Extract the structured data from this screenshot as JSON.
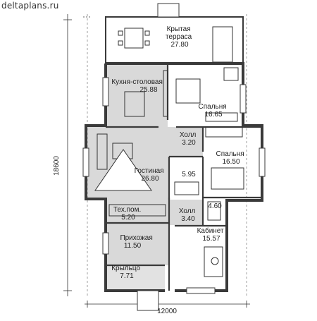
{
  "site": {
    "watermark": "deltaplans.ru"
  },
  "dimensions": {
    "width": "12000",
    "height": "18600"
  },
  "rooms": [
    {
      "id": "terrace",
      "name": "Крытая\nтерраса",
      "area": "27.80"
    },
    {
      "id": "kitchen",
      "name": "Кухня-столовая",
      "area": "25.88"
    },
    {
      "id": "bedroom1",
      "name": "Спальня",
      "area": "16.65"
    },
    {
      "id": "hall1",
      "name": "Холл",
      "area": "3.20"
    },
    {
      "id": "living",
      "name": "Гостиная",
      "area": "26.80"
    },
    {
      "id": "bath",
      "name": "",
      "area": "5.95"
    },
    {
      "id": "bedroom2",
      "name": "Спальня",
      "area": "16.50"
    },
    {
      "id": "tech",
      "name": "Тех.пом.",
      "area": "5.20"
    },
    {
      "id": "hall2",
      "name": "Холл",
      "area": "3.40"
    },
    {
      "id": "wc",
      "name": "",
      "area": "4.60"
    },
    {
      "id": "entry",
      "name": "Прихожая",
      "area": "11.50"
    },
    {
      "id": "office",
      "name": "Кабинет",
      "area": "15.57"
    },
    {
      "id": "porch",
      "name": "Крыльцо",
      "area": "7.71"
    }
  ],
  "colors": {
    "wall": "#3a3a3a",
    "floor_grey": "#d9d9d9",
    "stair_fill": "#c8c8c8",
    "line": "#333333"
  }
}
